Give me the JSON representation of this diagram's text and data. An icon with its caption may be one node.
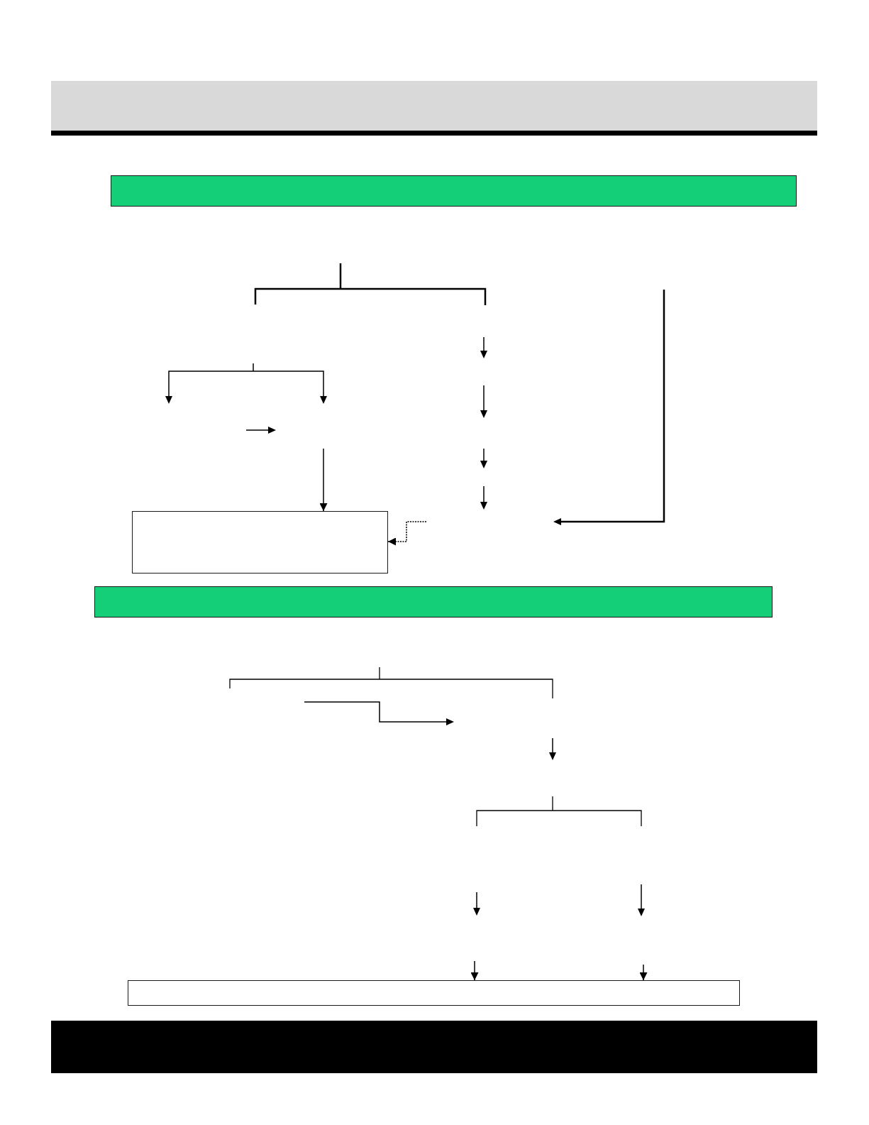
{
  "diagram": {
    "nodes": [
      {
        "text": [],
        "shape": "bar"
      },
      {
        "text": [],
        "shape": "bar"
      },
      {
        "text": [],
        "shape": "box"
      },
      {
        "text": [],
        "shape": "bar"
      },
      {
        "text": [],
        "shape": "box"
      },
      {
        "text": [],
        "shape": "bar"
      }
    ],
    "edges": [
      {
        "from": null,
        "to": 2,
        "arrow": "to"
      },
      {
        "from": null,
        "to": 2,
        "arrow": "to",
        "style": "dashed"
      },
      {
        "from": null,
        "to": 4,
        "arrow": "to"
      },
      {
        "from": null,
        "to": 4,
        "arrow": "to"
      }
    ]
  }
}
